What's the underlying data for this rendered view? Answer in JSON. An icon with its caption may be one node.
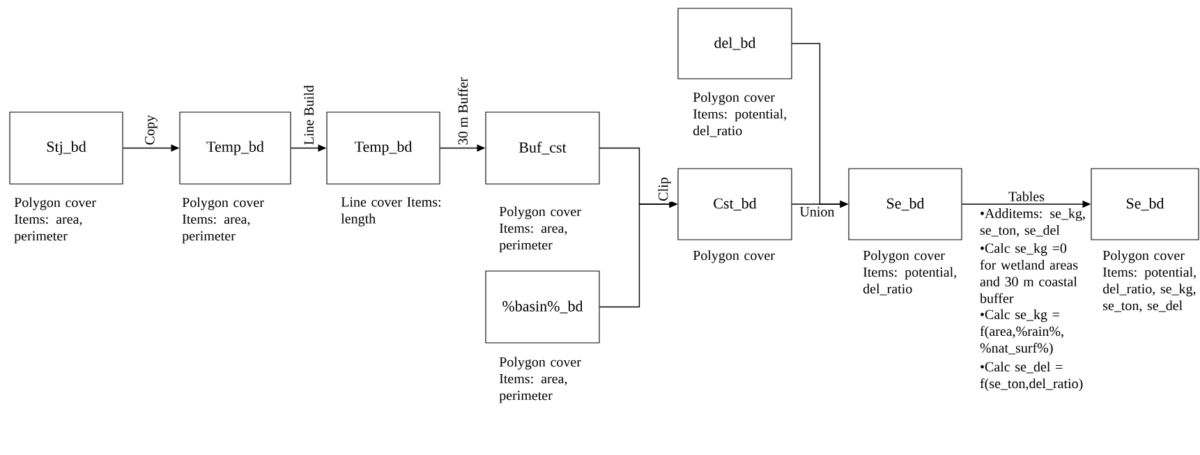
{
  "diagram": {
    "nodes": [
      {
        "text": [
          "Stj_bd"
        ],
        "beside": [
          "Polygon cover Items: area, perimeter"
        ]
      },
      {
        "text": [
          "Temp_bd"
        ],
        "beside": [
          "Polygon cover Items: area, perimeter"
        ]
      },
      {
        "text": [
          "Temp_bd"
        ],
        "beside": [
          "Line cover Items: length"
        ]
      },
      {
        "text": [
          "Buf_cst"
        ],
        "beside": [
          "Polygon cover Items: area, perimeter"
        ]
      },
      {
        "text": [
          "%basin%_bd"
        ],
        "beside": [
          "Polygon cover Items: area, perimeter"
        ]
      },
      {
        "text": [
          "del_bd"
        ],
        "beside": [
          "Polygon cover Items: potential, del_ratio"
        ]
      },
      {
        "text": [
          "Cst_bd"
        ],
        "beside": [
          "Polygon cover"
        ]
      },
      {
        "text": [
          "Se_bd"
        ],
        "beside": [
          "Polygon cover Items: potential, del_ratio"
        ]
      },
      {
        "text": [
          "Se_bd"
        ],
        "beside": [
          "Polygon cover Items: potential, del_ratio, se_kg, se_ton, se_del"
        ]
      }
    ],
    "edges": [
      {
        "from": 0,
        "to": 1,
        "arrow": "to",
        "label": "Copy"
      },
      {
        "from": 1,
        "to": 2,
        "arrow": "to",
        "label": "Line Build"
      },
      {
        "from": 2,
        "to": 3,
        "arrow": "to",
        "label": "30 m Buffer"
      },
      {
        "from": 3,
        "to": 6,
        "arrow": "to",
        "label": "Clip"
      },
      {
        "from": 4,
        "to": 6,
        "arrow": "to"
      },
      {
        "from": 6,
        "to": 7,
        "arrow": "to",
        "label": "Union"
      },
      {
        "from": 5,
        "to": 7,
        "arrow": "to"
      },
      {
        "from": 7,
        "to": 8,
        "arrow": "to",
        "label": "Tables"
      }
    ],
    "labels": [
      "•Additems: se_kg, se_ton, se_del",
      "•Calc se_kg =0 for wetland areas and 30 m coastal buffer",
      "•Calc se_kg = f(area,%rain%, %nat_surf%)",
      "•Calc se_del = f(se_ton,del_ratio)"
    ]
  }
}
